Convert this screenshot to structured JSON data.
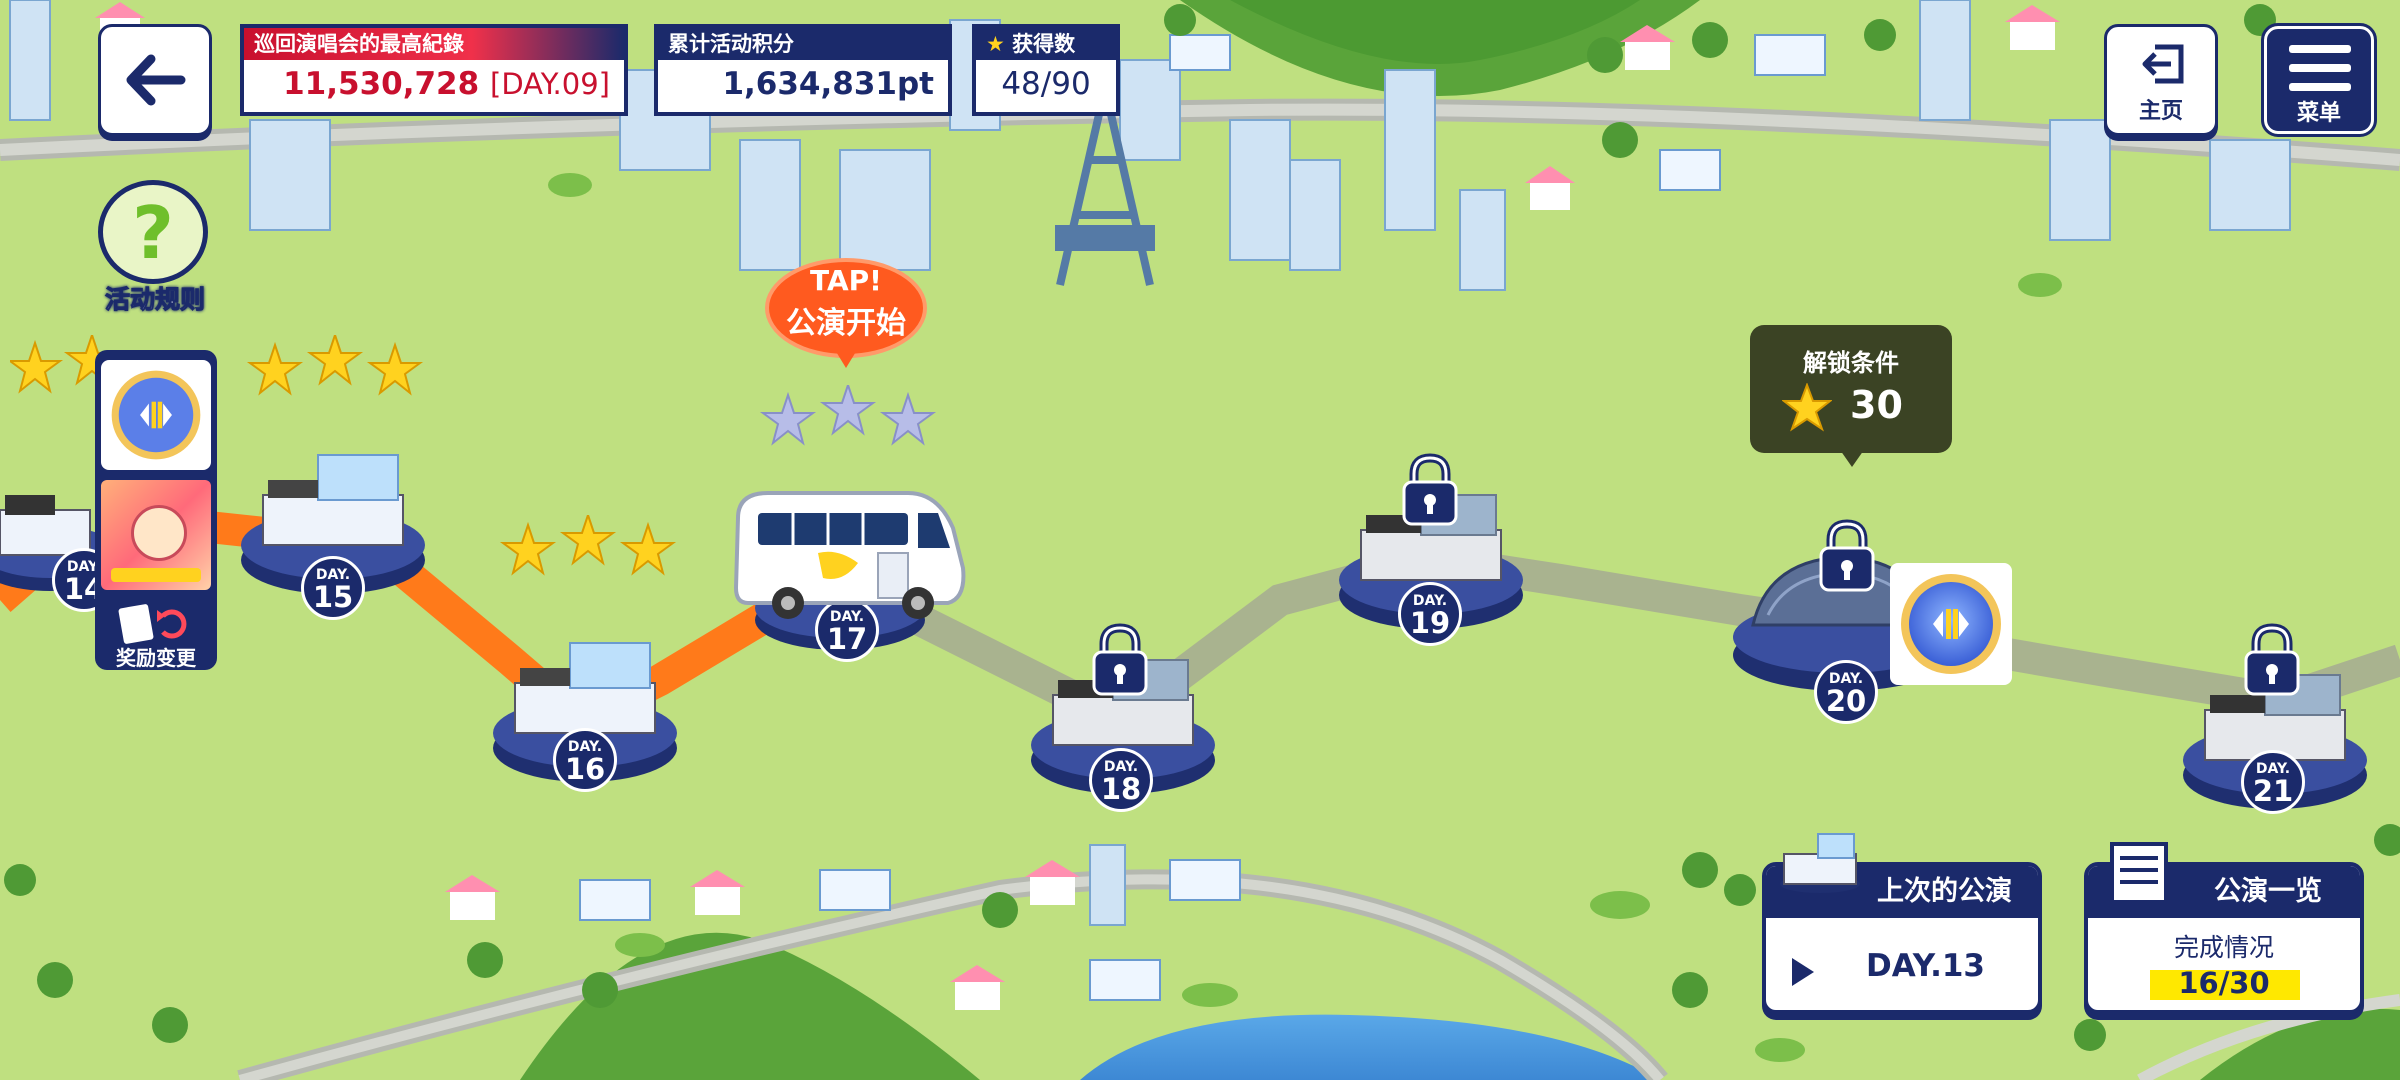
{
  "hud": {
    "record_label": "巡回演唱会的最高紀錄",
    "record_value": "11,530,728",
    "record_day": "[DAY.09]",
    "points_label": "累计活动积分",
    "points_value": "1,634,831pt",
    "stars_label": "获得数",
    "stars_value": "48/90"
  },
  "nav": {
    "home_label": "主页",
    "menu_label": "菜单",
    "rules_label": "活动规则",
    "reward_change_label": "奖励变更"
  },
  "tap_bubble": {
    "line1": "TAP!",
    "line2": "公演开始"
  },
  "unlock_tooltip": {
    "title": "解锁条件",
    "value": "30"
  },
  "stages": [
    {
      "prefix": "DAY.",
      "day": "14"
    },
    {
      "prefix": "DAY.",
      "day": "15"
    },
    {
      "prefix": "DAY.",
      "day": "16"
    },
    {
      "prefix": "DAY.",
      "day": "17"
    },
    {
      "prefix": "DAY.",
      "day": "18"
    },
    {
      "prefix": "DAY.",
      "day": "19"
    },
    {
      "prefix": "DAY.",
      "day": "20"
    },
    {
      "prefix": "DAY.",
      "day": "21"
    }
  ],
  "last_show": {
    "title": "上次的公演",
    "value": "DAY.13"
  },
  "show_list": {
    "title": "公演一览",
    "subtitle": "完成情况",
    "progress": "16/30"
  },
  "colors": {
    "navy": "#1b2a6b",
    "orange_path": "#ff7a1a",
    "grey_path": "#a9b38f",
    "star": "#ffd21f",
    "bubble": "#ff5a1f",
    "grass": "#b9dc7c"
  }
}
